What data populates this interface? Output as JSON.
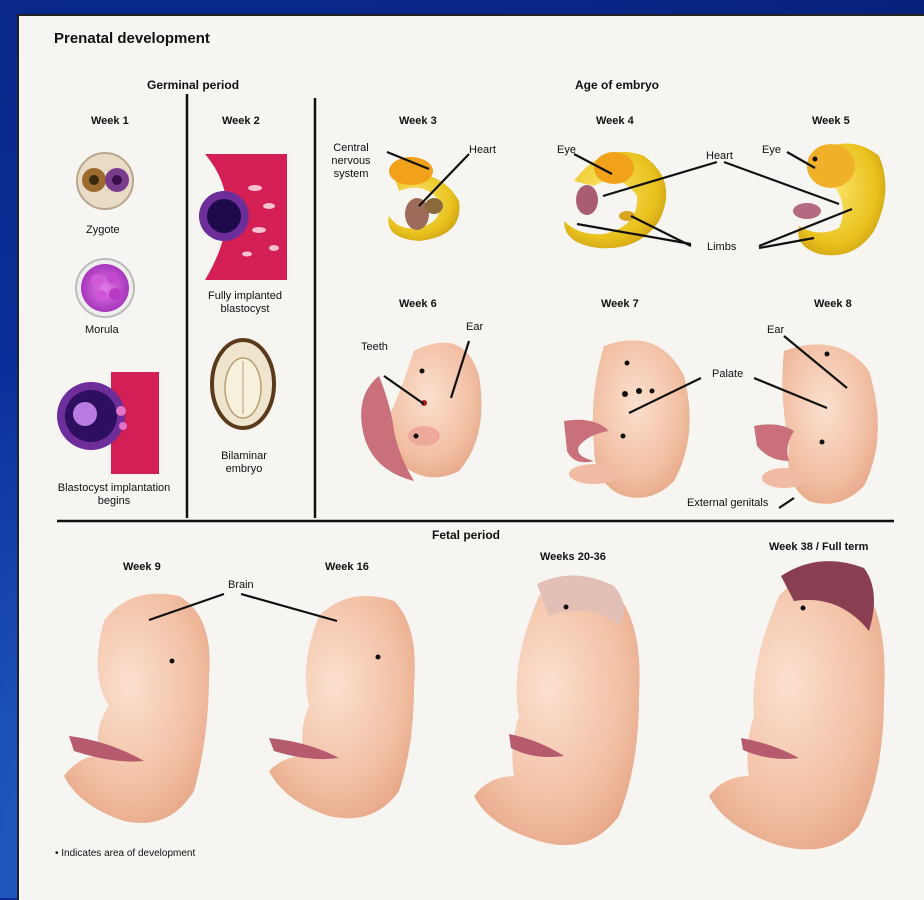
{
  "title": "Prenatal development",
  "sections": {
    "germinal": "Germinal period",
    "embryo": "Age of embryo",
    "fetal": "Fetal period"
  },
  "weeks": {
    "w1": "Week 1",
    "w2": "Week 2",
    "w3": "Week 3",
    "w4": "Week 4",
    "w5": "Week 5",
    "w6": "Week 6",
    "w7": "Week 7",
    "w8": "Week 8",
    "w9": "Week 9",
    "w16": "Week 16",
    "w20": "Weeks 20-36",
    "w38": "Week 38 / Full term"
  },
  "labels": {
    "zygote": "Zygote",
    "morula": "Morula",
    "implant_begins": "Blastocyst implantation begins",
    "fully_implanted": "Fully implanted blastocyst",
    "bilaminar": "Bilaminar embryo",
    "cns": "Central nervous system",
    "heart_w3": "Heart",
    "eye_w4": "Eye",
    "heart_w45": "Heart",
    "eye_w5": "Eye",
    "limbs": "Limbs",
    "teeth": "Teeth",
    "ear_w6": "Ear",
    "palate": "Palate",
    "ear_w8": "Ear",
    "ext_genitals": "External genitals",
    "brain": "Brain"
  },
  "footnote": "• Indicates area of development",
  "colors": {
    "background_blue": "#0b2f9a",
    "panel": "#f6f5f2",
    "skin": "#f3c2a6",
    "embryo_yellow": "#e8c21c",
    "implant_red": "#d41f55",
    "blastocyst_purple": "#5a1e8a"
  }
}
